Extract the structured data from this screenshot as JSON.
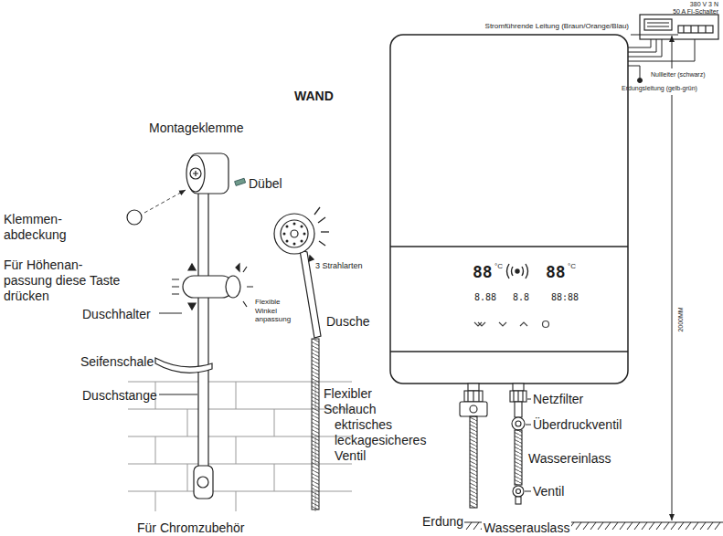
{
  "diagram": {
    "labels": [
      "380 V 3 N",
      "50 A FI-Schalter",
      "Stromführende Leitung (Braun/Orange/Blau)",
      "Nullleiter (schwarz)",
      "Erdungsleitung (gelb-grün)",
      "WAND",
      "Montageklemme",
      "Dübel",
      "Klemmen- abdeckung",
      "Für Höhenan- passung diese Taste drücken",
      "Duschhalter",
      "Flexible Winkel anpassung",
      "3 Strahlarten",
      "Dusche",
      "88",
      "°C",
      "88",
      "°C",
      "8.88",
      "8.8",
      "88:88",
      "Seifenschale",
      "Duschstange",
      "Flexibler Schlauch",
      "ektrisches leckagesicheres Ventil",
      "Netzfilter",
      "Überdruckventil",
      "Wassereinlass",
      "Ventil",
      "2000MM",
      "Erdung",
      "Wasserauslass",
      "Für Chromzubehör"
    ]
  }
}
